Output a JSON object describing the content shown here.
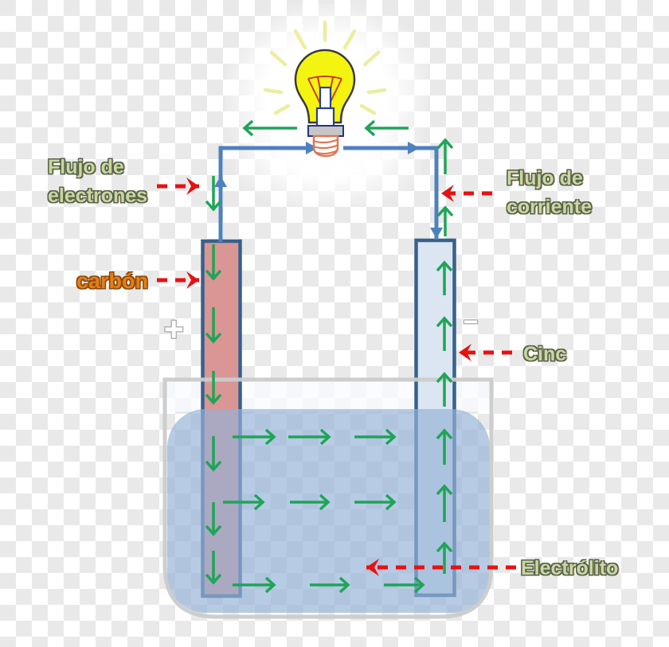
{
  "figure": {
    "labels": {
      "electron_flow_line1": "Flujo de",
      "electron_flow_line2": "electrones",
      "current_flow_line1": "Flujo de",
      "current_flow_line2": "corriente",
      "carbon_electrode": "carbón",
      "zinc_electrode": "Cinc",
      "electrolyte": "Electrólito",
      "positive_terminal": "+",
      "negative_terminal": "–"
    },
    "colors": {
      "wire_blue": "#4f81bd",
      "electron_arrow_green": "#1ea556",
      "pointer_arrow_red": "#e81111",
      "carbon_electrode_fill": "#d99694",
      "zinc_electrode_fill": "#dbe6f2",
      "electrode_border": "#38618c",
      "electrolyte_fill": "#95b3d7",
      "beaker_outline": "#cbcbcb",
      "bulb_yellow": "#f4f411",
      "bulb_ray_yellow": "#ededa0",
      "label_green": "#c9d7a0",
      "label_orange": "#e67e16",
      "checker_gray": "#e9e9e9"
    }
  }
}
